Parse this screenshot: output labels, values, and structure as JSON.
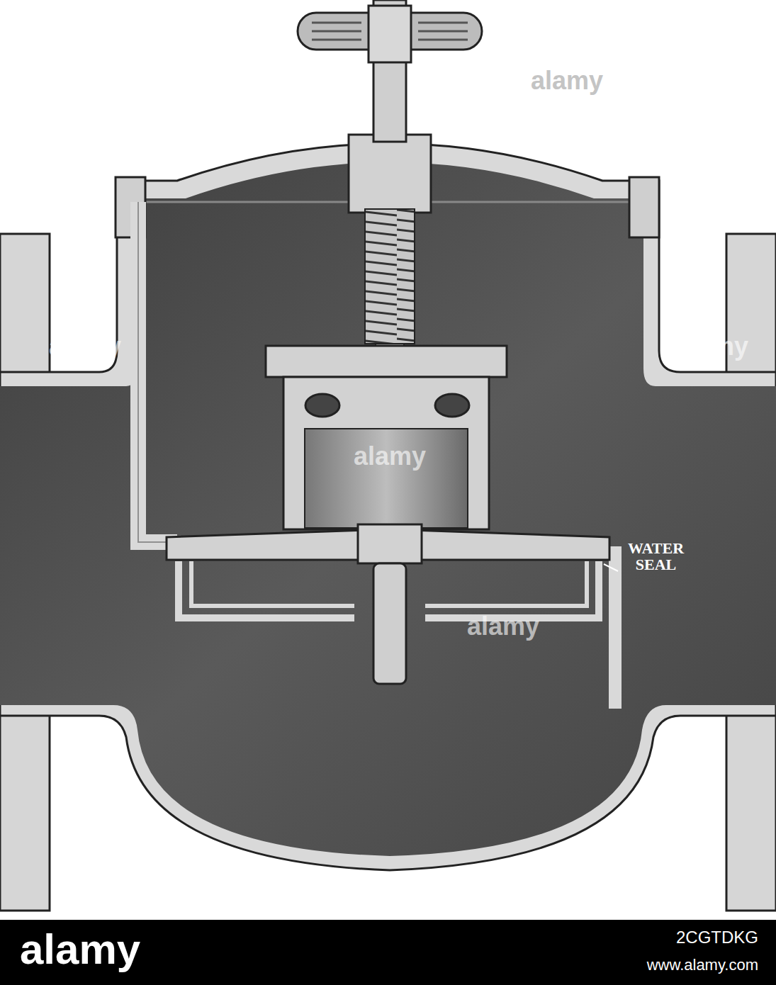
{
  "diagram": {
    "labels": [
      "WATER SEAL",
      "alamy",
      "alamy",
      "alamy",
      "alamy",
      "alamy",
      "alamy",
      "2CGTDKG",
      "www.alamy.com"
    ]
  }
}
